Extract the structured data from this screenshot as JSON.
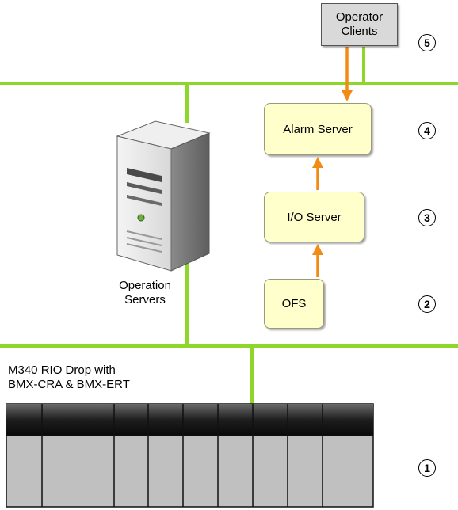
{
  "operator_clients": {
    "line1": "Operator",
    "line2": "Clients",
    "badge": "5"
  },
  "alarm_server": {
    "label": "Alarm Server",
    "badge": "4"
  },
  "io_server": {
    "label": "I/O Server",
    "badge": "3"
  },
  "ofs": {
    "label": "OFS",
    "badge": "2"
  },
  "operation_servers": {
    "line1": "Operation",
    "line2": "Servers"
  },
  "rio_drop": {
    "line1": "M340 RIO Drop with",
    "line2": "BMX-CRA & BMX-ERT",
    "badge": "1"
  },
  "colors": {
    "network": "#8fd62a",
    "arrow": "#f28a16",
    "server_box": "#ffffcc",
    "client_box": "#d9d9d9",
    "module": "#c0c0c0"
  }
}
